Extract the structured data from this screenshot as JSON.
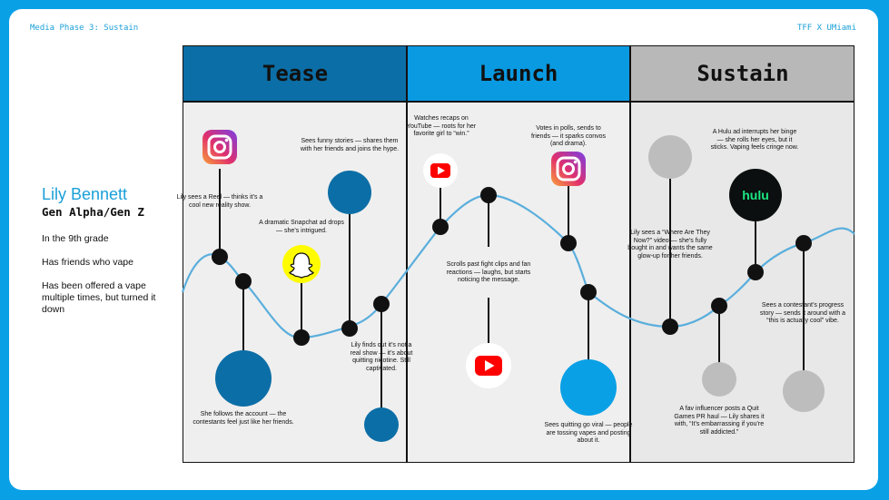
{
  "header": {
    "left": "Media Phase 3: Sustain",
    "right": "TFF X UMiami"
  },
  "persona": {
    "name": "Lily Bennett",
    "generation": "Gen Alpha/Gen Z",
    "traits": [
      "In the 9th grade",
      "Has friends who vape",
      "Has been offered a vape multiple times, but turned it down"
    ]
  },
  "phases": [
    "Tease",
    "Launch",
    "Sustain"
  ],
  "colors": {
    "frame": "#0aa0e6",
    "tease_header": "#0c6ea6",
    "launch_header": "#0a9ae2",
    "sustain_header": "#b8b8b8",
    "panel_bg": "#efefef",
    "curve": "#5aaedc",
    "dark_blue": "#0c6ea6",
    "bright_blue": "#0aa0e6",
    "gray": "#bdbdbd"
  },
  "icons": {
    "instagram": "instagram-icon",
    "snapchat": "snapchat-icon",
    "youtube": "youtube-icon",
    "hulu": "hulu-icon"
  },
  "hulu_logo": "hulu",
  "annotations": {
    "t1": "Lily sees a Reel — thinks it’s a cool new reality show.",
    "t2": "She follows the account — the contestants feel just like her friends.",
    "t3": "A dramatic Snapchat ad drops — she’s intrigued.",
    "t4": "Sees funny stories — shares them with her friends and joins the hype.",
    "t5": "Lily finds out it’s not a real show — it’s about quitting nicotine. Still captivated.",
    "l1": "Watches recaps on YouTube — roots for her favorite girl to “win.”",
    "l2": "Scrolls past fight clips and fan reactions — laughs, but starts noticing the message.",
    "l3": "Votes in polls, sends to friends — it sparks convos (and drama).",
    "l4": "Sees quitting go viral — people are tossing vapes and posting about it.",
    "s1": "Lily sees a “Where Are They Now?” video — she’s fully bought in and wants the same glow-up for her friends.",
    "s2": "A fav influencer posts a Quit Games PR haul — Lily shares it with, “It’s embarrassing if you’re still addicted.”",
    "s3": "A Hulu ad interrupts her binge — she rolls her eyes, but it sticks. Vaping feels cringe now.",
    "s4": "Sees a contestant’s progress story — sends it around with a “this is actually cool” vibe."
  }
}
